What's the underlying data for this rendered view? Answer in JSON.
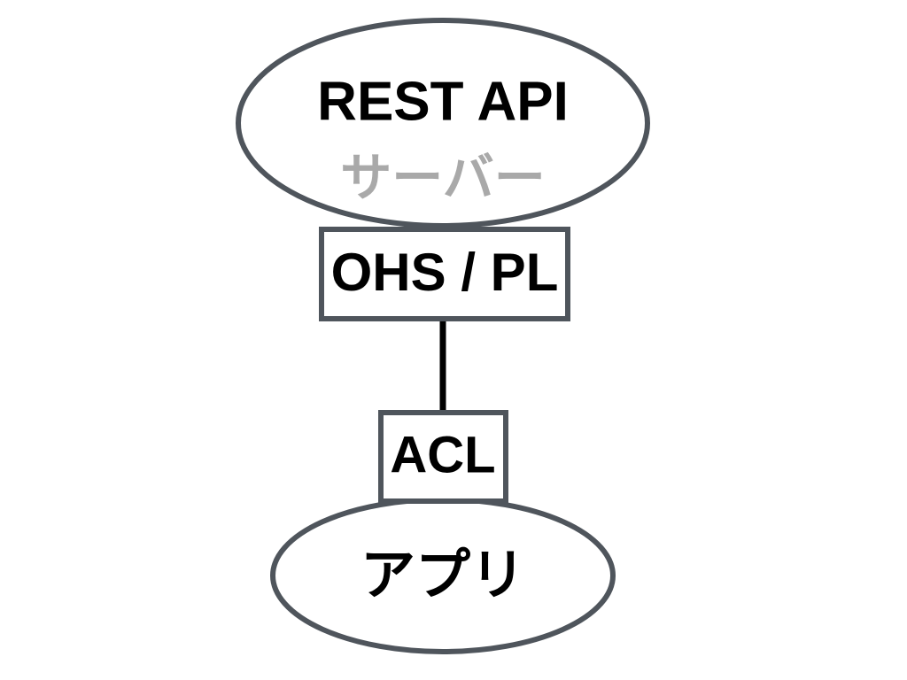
{
  "diagram": {
    "title": "REST API server architecture",
    "background_color": "#ffffff",
    "shape_stroke_color": "#4f555c",
    "shape_fill_color": "#ffffff",
    "edge_color": "#000000",
    "primary_text_color": "#000000",
    "secondary_text_color": "#a9a9a9",
    "nodes": [
      {
        "id": "rest-api-server",
        "shape": "ellipse",
        "lines": [
          {
            "text": "REST API",
            "style": "primary"
          },
          {
            "text": "サーバー",
            "style": "secondary"
          }
        ]
      },
      {
        "id": "ohs-pl",
        "shape": "rectangle",
        "lines": [
          {
            "text": "OHS / PL",
            "style": "primary"
          }
        ]
      },
      {
        "id": "acl",
        "shape": "rectangle",
        "lines": [
          {
            "text": "ACL",
            "style": "primary"
          }
        ]
      },
      {
        "id": "app",
        "shape": "ellipse",
        "lines": [
          {
            "text": "アプリ",
            "style": "primary"
          }
        ]
      }
    ],
    "edges": [
      {
        "id": "ohs-pl-to-acl",
        "from": "ohs-pl",
        "to": "acl",
        "style": "solid",
        "arrow": "none"
      }
    ]
  },
  "labels": {
    "rest_api": "REST API",
    "server": "サーバー",
    "ohs_pl": "OHS / PL",
    "acl": "ACL",
    "app": "アプリ"
  }
}
